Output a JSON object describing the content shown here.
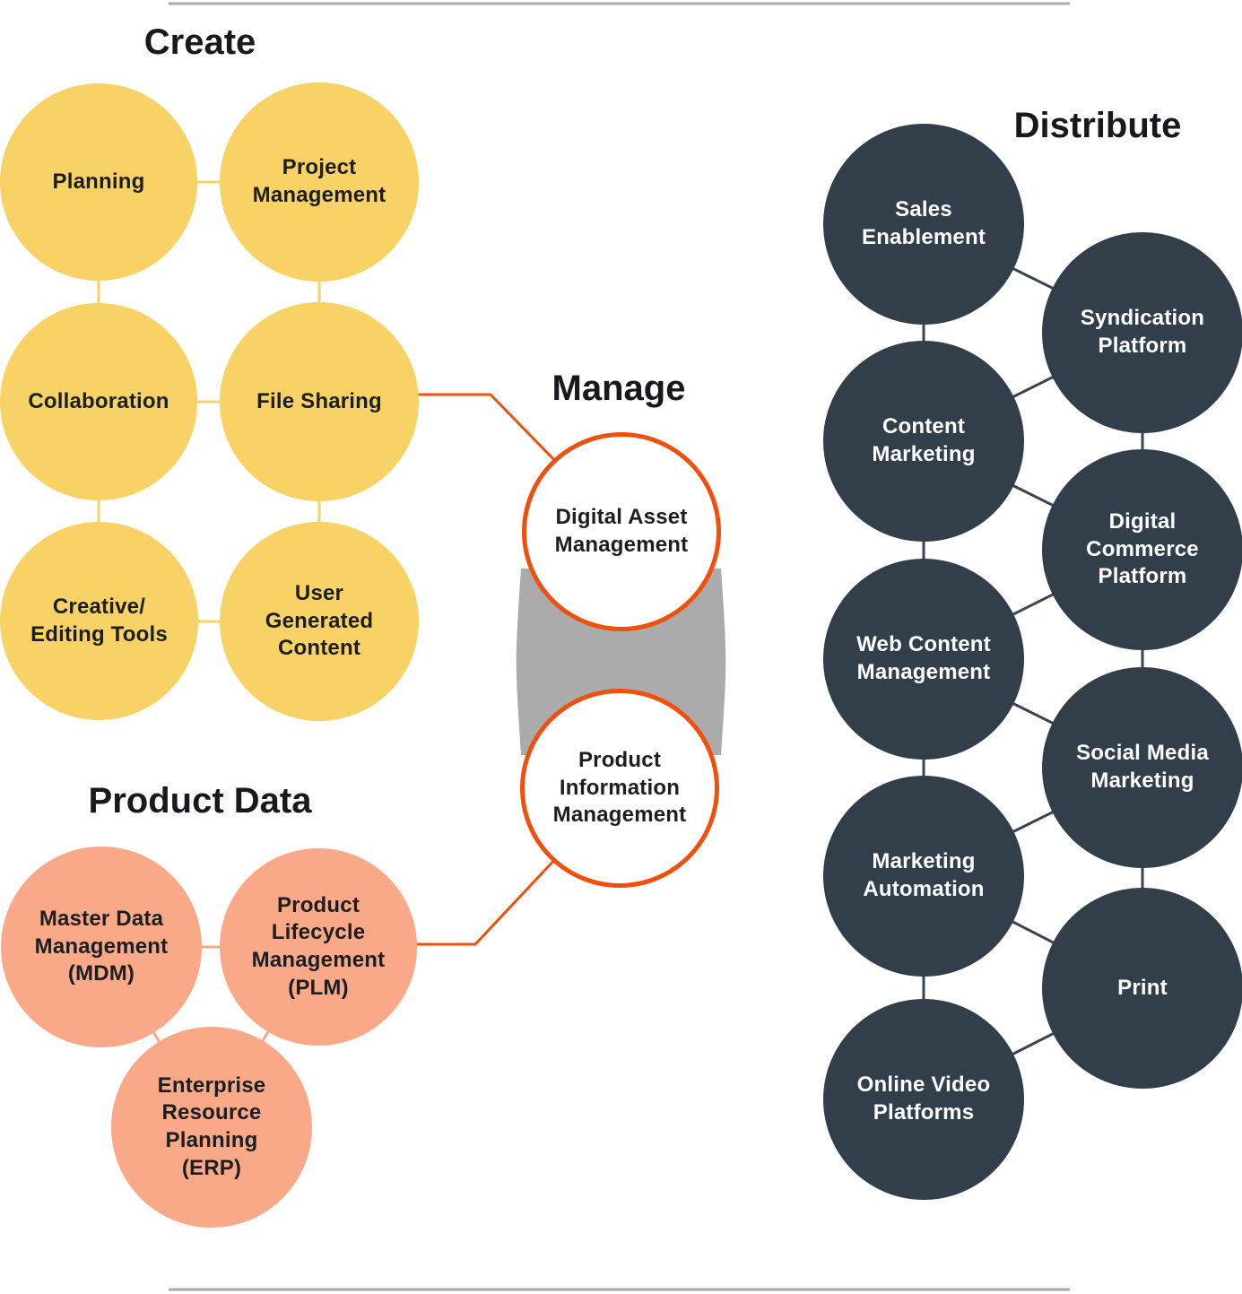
{
  "colors": {
    "create_fill": "#F8D264",
    "product_data_fill": "#F9A988",
    "distribute_fill": "#333E4B",
    "manage_ring_orange": "#F0500E",
    "manage_flow_gray": "#ABABAB",
    "frame_line_gray": "#ABABAB",
    "distribute_connector": "#3A4450",
    "title_text": "#17191D",
    "dark_node_text": "#FFFFFF",
    "light_node_text": "#1C1E22"
  },
  "sections": {
    "create": {
      "title": "Create",
      "nodes": [
        {
          "label": "Planning"
        },
        {
          "label": "Project\nManagement"
        },
        {
          "label": "Collaboration"
        },
        {
          "label": "File Sharing"
        },
        {
          "label": "Creative/\nEditing Tools"
        },
        {
          "label": "User\nGenerated\nContent"
        }
      ]
    },
    "manage": {
      "title": "Manage",
      "nodes": [
        {
          "label": "Digital Asset\nManagement"
        },
        {
          "label": "Product\nInformation\nManagement"
        }
      ]
    },
    "product_data": {
      "title": "Product Data",
      "nodes": [
        {
          "label": "Master Data\nManagement\n(MDM)"
        },
        {
          "label": "Product\nLifecycle\nManagement\n(PLM)"
        },
        {
          "label": "Enterprise\nResource\nPlanning\n(ERP)"
        }
      ]
    },
    "distribute": {
      "title": "Distribute",
      "nodes": [
        {
          "label": "Sales\nEnablement"
        },
        {
          "label": "Syndication\nPlatform"
        },
        {
          "label": "Content\nMarketing"
        },
        {
          "label": "Digital\nCommerce\nPlatform"
        },
        {
          "label": "Web Content\nManagement"
        },
        {
          "label": "Social Media\nMarketing"
        },
        {
          "label": "Marketing\nAutomation"
        },
        {
          "label": "Print"
        },
        {
          "label": "Online Video\nPlatforms"
        }
      ]
    }
  }
}
